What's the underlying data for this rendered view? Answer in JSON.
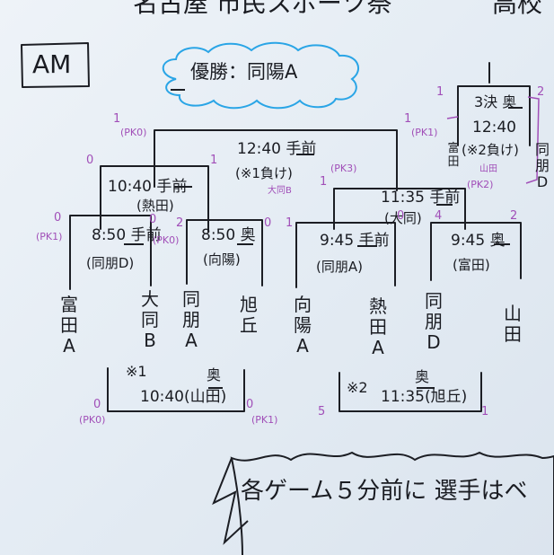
{
  "header": {
    "title": "名古屋 市民スポーツ祭",
    "title_right": "高校"
  },
  "session": "AM",
  "winner": "優勝：同陽A",
  "third_place": {
    "label": "3決",
    "court": "奥",
    "time": "12:40",
    "note": "(※2負け)"
  },
  "final": {
    "time": "12:40",
    "court": "手前",
    "note": "(※1負け)",
    "tag": "大同B"
  },
  "semi_left": {
    "time": "10:40",
    "court": "手前",
    "sub": "(熱田)"
  },
  "semi_right": {
    "time": "11:35",
    "court": "手前",
    "sub": "(大同)"
  },
  "r1": [
    {
      "time": "8:50",
      "court": "手前",
      "sub": "(同朋D)"
    },
    {
      "time": "8:50",
      "court": "奥",
      "sub": "(向陽)"
    },
    {
      "time": "9:45",
      "court": "手前",
      "sub": "(同朋A)"
    },
    {
      "time": "9:45",
      "court": "奥",
      "sub": "(富田)"
    }
  ],
  "teams": [
    "富田A",
    "大同B",
    "同朋A",
    "旭丘",
    "向陽A",
    "熱田A",
    "同朋D",
    "山田"
  ],
  "side_teams": {
    "tomita": "富田",
    "doho_d": "同朋D",
    "yamada_tag": "山田"
  },
  "consolation": [
    {
      "label": "※1",
      "court": "奥",
      "time": "10:40(山田)"
    },
    {
      "label": "※2",
      "court": "奥",
      "time": "11:35(旭丘)"
    }
  ],
  "scores": {
    "pk0": "(PK0)",
    "pk1": "(PK1)",
    "pk2": "(PK2)",
    "pk3": "(PK3)",
    "n0": "0",
    "n1": "1",
    "n2": "2",
    "n4": "4",
    "n5": "5"
  },
  "note": "各ゲーム５分前に 選手はベ"
}
